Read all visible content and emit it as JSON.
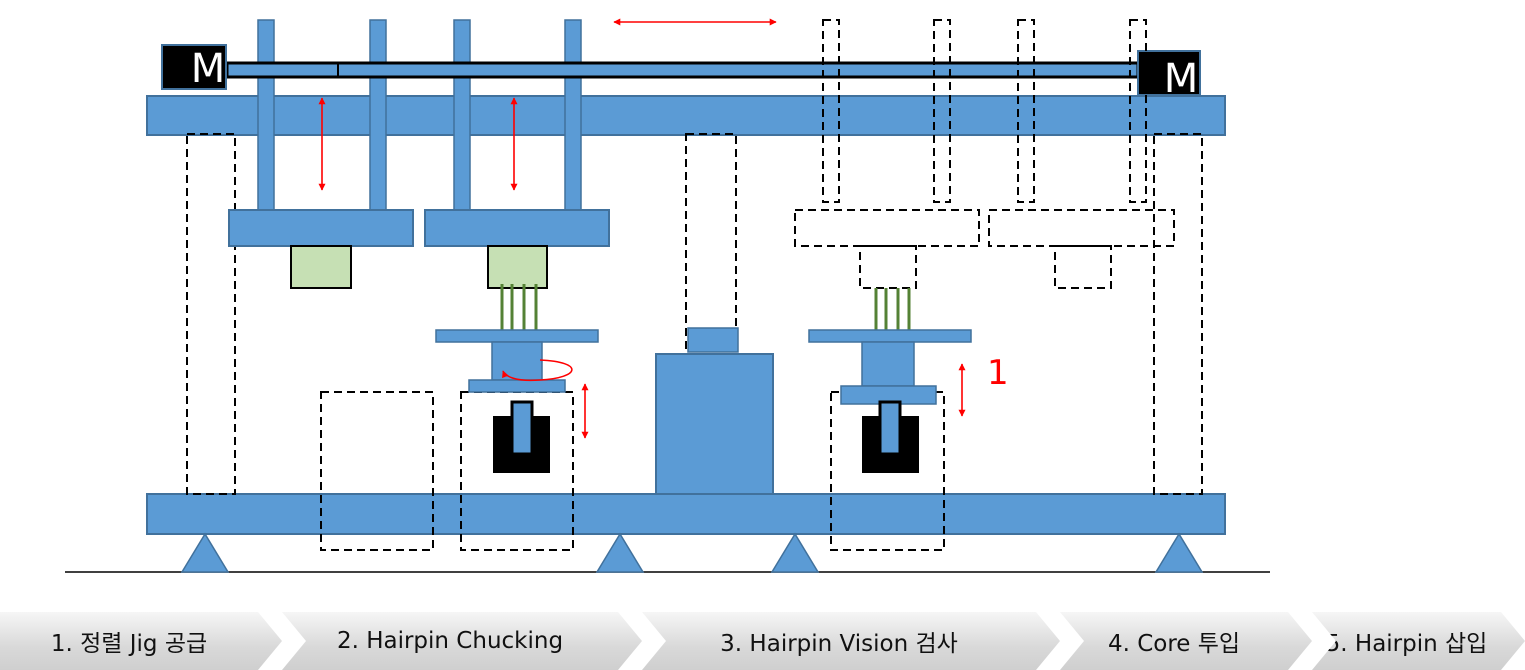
{
  "motors": [
    {
      "label": "M"
    },
    {
      "label": "M"
    }
  ],
  "annotations": {
    "step_number": "1"
  },
  "process_steps": [
    {
      "label": "1. 정렬 Jig 공급"
    },
    {
      "label": "2. Hairpin Chucking"
    },
    {
      "label": "3. Hairpin Vision 검사"
    },
    {
      "label": "4. Core 투입"
    },
    {
      "label": "5. Hairpin 삽입"
    }
  ],
  "colors": {
    "structure": "#5b9bd5",
    "structure_edge": "#41719c",
    "gripper_pad": "#c6e0b4",
    "hairpin": "#548235",
    "arrow": "#ff0000",
    "chuck": "#000000",
    "step_bar": "#d9d9d9"
  }
}
